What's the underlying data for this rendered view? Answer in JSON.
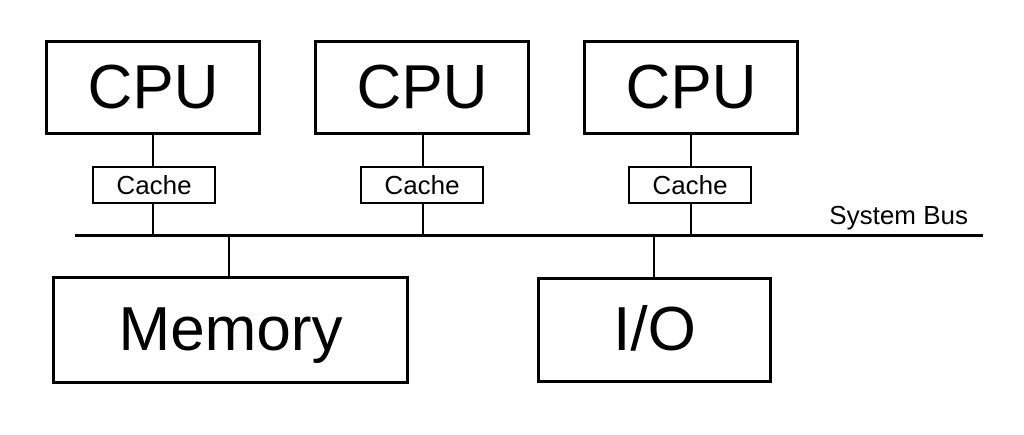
{
  "colors": {
    "line": "#000000",
    "background": "#ffffff",
    "text": "#000000"
  },
  "nodes": {
    "cpu1": {
      "label": "CPU"
    },
    "cpu2": {
      "label": "CPU"
    },
    "cpu3": {
      "label": "CPU"
    },
    "cache1": {
      "label": "Cache"
    },
    "cache2": {
      "label": "Cache"
    },
    "cache3": {
      "label": "Cache"
    },
    "memory": {
      "label": "Memory"
    },
    "io": {
      "label": "I/O"
    }
  },
  "bus": {
    "label": "System Bus"
  }
}
